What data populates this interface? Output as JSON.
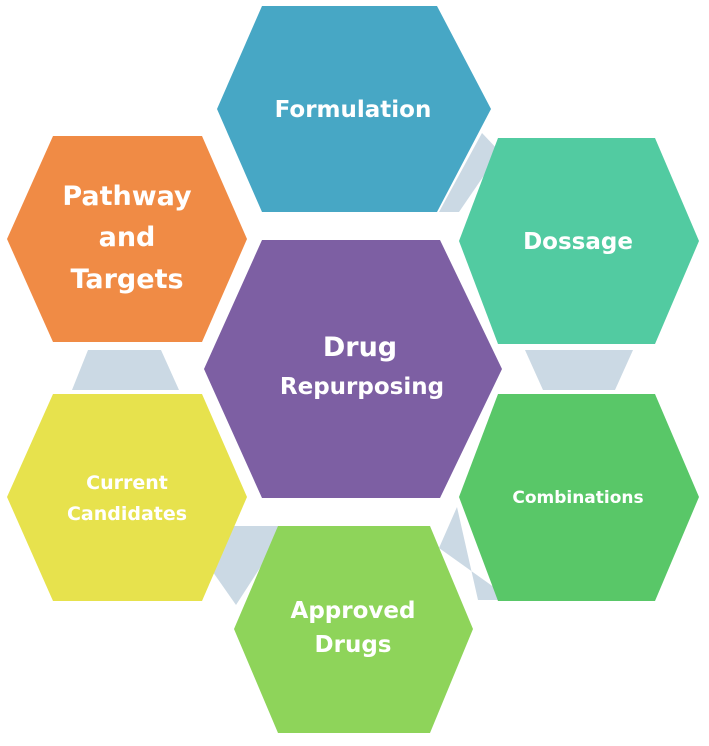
{
  "diagram": {
    "center": {
      "lines": [
        "Drug",
        "Repurposing"
      ],
      "color": "#7d5fa3"
    },
    "nodes": [
      {
        "id": "formulation",
        "lines": [
          "Formulation"
        ],
        "color": "#47a7c5"
      },
      {
        "id": "dossage",
        "lines": [
          "Dossage"
        ],
        "color": "#52cba1"
      },
      {
        "id": "combinations",
        "lines": [
          "Combinations"
        ],
        "color": "#59c768"
      },
      {
        "id": "approved-drugs",
        "lines": [
          "Approved",
          "Drugs"
        ],
        "color": "#8ed45a"
      },
      {
        "id": "current-candidates",
        "lines": [
          "Current",
          "Candidates"
        ],
        "color": "#e7e24d"
      },
      {
        "id": "pathway-targets",
        "lines": [
          "Pathway",
          "and",
          "Targets"
        ],
        "color": "#f08b45"
      }
    ],
    "connector_color": "#cbd9e4"
  }
}
